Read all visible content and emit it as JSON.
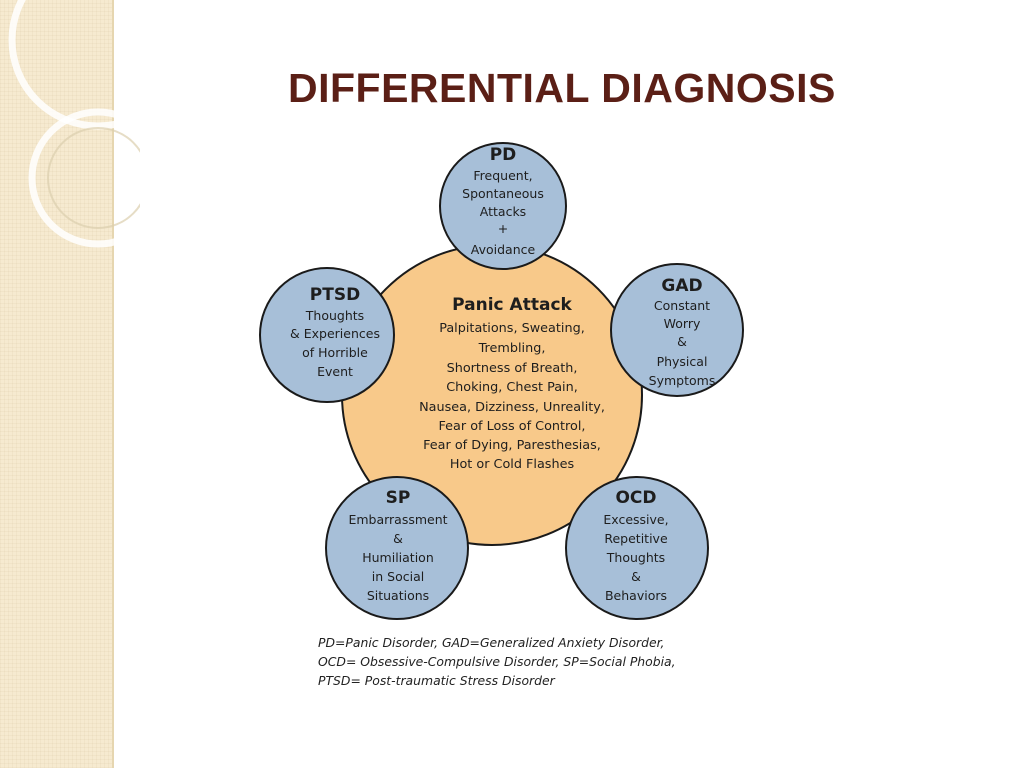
{
  "slide": {
    "title": "DIFFERENTIAL DIAGNOSIS"
  },
  "diagram": {
    "center": {
      "heading": "Panic Attack",
      "lines": [
        "Palpitations, Sweating,",
        "Trembling,",
        "Shortness of Breath,",
        "Choking, Chest Pain,",
        "Nausea, Dizziness, Unreality,",
        "Fear of Loss of Control,",
        "Fear of Dying, Paresthesias,",
        "Hot or Cold Flashes"
      ]
    },
    "nodes": [
      {
        "id": "pd",
        "heading": "PD",
        "lines": [
          "Frequent,",
          "Spontaneous",
          "Attacks",
          "+",
          "Avoidance"
        ]
      },
      {
        "id": "gad",
        "heading": "GAD",
        "lines": [
          "Constant",
          "Worry",
          "&",
          "Physical",
          "Symptoms"
        ]
      },
      {
        "id": "ocd",
        "heading": "OCD",
        "lines": [
          "Excessive,",
          "Repetitive",
          "Thoughts",
          "&",
          "Behaviors"
        ]
      },
      {
        "id": "sp",
        "heading": "SP",
        "lines": [
          "Embarrassment",
          "&",
          "Humiliation",
          "in Social",
          "Situations"
        ]
      },
      {
        "id": "ptsd",
        "heading": "PTSD",
        "lines": [
          "Thoughts",
          "& Experiences",
          "of Horrible",
          "Event"
        ]
      }
    ],
    "colors": {
      "center_fill": "#f8c98a",
      "node_fill": "#a7bfd8",
      "stroke": "#1a1a1a"
    }
  },
  "legend": {
    "lines": [
      "PD=Panic Disorder, GAD=Generalized Anxiety Disorder,",
      "OCD= Obsessive-Compulsive Disorder, SP=Social Phobia,",
      "PTSD= Post-traumatic Stress Disorder"
    ]
  },
  "theme": {
    "title_color": "#5b1f16",
    "band_color": "#f6ead0"
  }
}
